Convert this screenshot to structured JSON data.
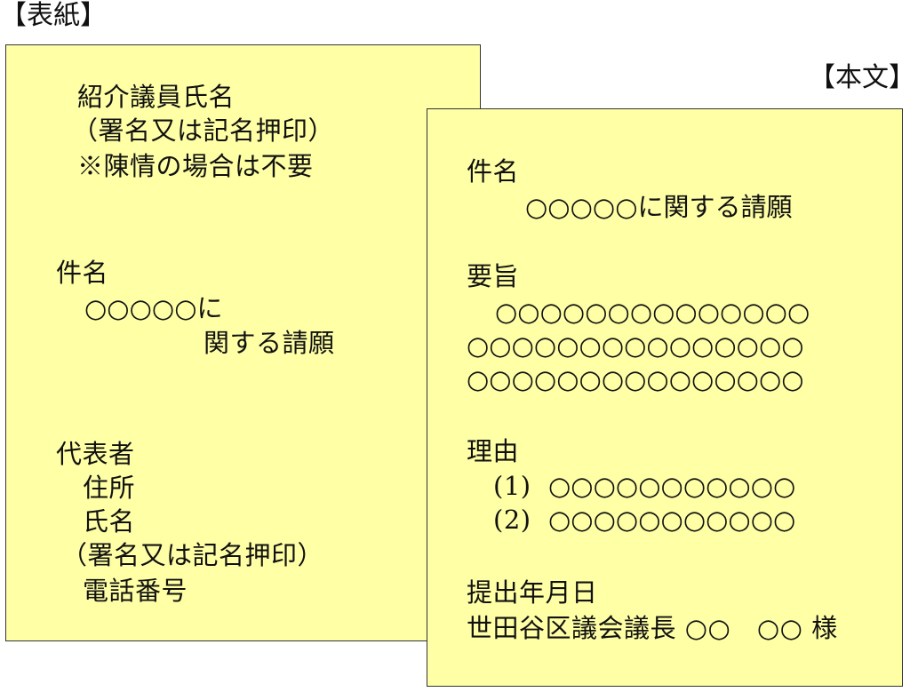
{
  "cover": {
    "tag": "【表紙】",
    "introducer_title": "紹介議員氏名",
    "introducer_sign_note": "（署名又は記名押印）",
    "petition_note": "※陳情の場合は不要",
    "subject_label": "件名",
    "subject_line1": "○○○○○に",
    "subject_line2": "関する請願",
    "rep_label": "代表者",
    "rep_address": "住所",
    "rep_name": "氏名",
    "rep_sign_note": "（署名又は記名押印）",
    "rep_phone": "電話番号"
  },
  "body": {
    "tag": "【本文】",
    "subject_label": "件名",
    "subject_value": "○○○○○に関する請願",
    "summary_label": "要旨",
    "summary_line1": "○○○○○○○○○○○○○○",
    "summary_line2": "○○○○○○○○○○○○○○○",
    "summary_line3": "○○○○○○○○○○○○○○○",
    "reason_label": "理由",
    "reason_item1_num": "(1)",
    "reason_item1_text": "○○○○○○○○○○○",
    "reason_item2_num": "(2)",
    "reason_item2_text": "○○○○○○○○○○○",
    "date_label": "提出年月日",
    "addressee": "世田谷区議会議長 ○○　○○ 様"
  },
  "colors": {
    "paper": "#ffffa6",
    "border": "#333333",
    "text": "#111111"
  }
}
